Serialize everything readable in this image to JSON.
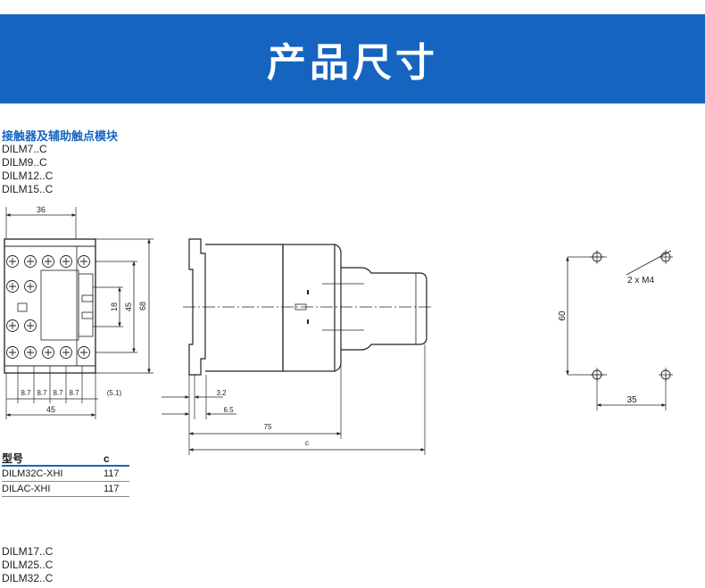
{
  "banner": {
    "title": "产品尺寸",
    "color": "#1565c0"
  },
  "section": {
    "title": "接触器及辅助触点模块"
  },
  "models_group1": [
    "DILM7..C",
    "DILM9..C",
    "DILM12..C",
    "DILM15..C"
  ],
  "models_group2": [
    "DILM17..C",
    "DILM25..C",
    "DILM32..C"
  ],
  "front_view": {
    "width_label": "36",
    "height_outer_label": "68",
    "height_mid_label": "45",
    "height_inner_label": "18",
    "pitch_labels": [
      "8.7",
      "8.7",
      "8.7",
      "8.7"
    ],
    "extra_label": "(5.1)",
    "bottom_width_label": "45"
  },
  "side_view": {
    "offset_label_a": "3.2",
    "offset_label_b": "6.5",
    "depth_label": "75",
    "total_depth_label": "c"
  },
  "mounting": {
    "hole_label": "2 x M4",
    "vertical_label": "60",
    "horizontal_label": "35"
  },
  "table": {
    "headers": [
      "型号",
      "c"
    ],
    "rows": [
      {
        "model": "DILM32C-XHI",
        "c": "117"
      },
      {
        "model": "DILAC-XHI",
        "c": "117"
      }
    ]
  }
}
